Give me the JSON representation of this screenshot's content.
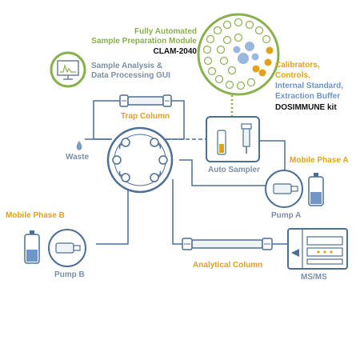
{
  "module": {
    "title_line1": "Fully Automated",
    "title_line2": "Sample Preparation Module",
    "model": "CLAM-2040"
  },
  "gui": {
    "line1": "Sample Analysis &",
    "line2": "Data Processing GUI"
  },
  "reagents": {
    "line1": "Calibrators,",
    "line2": "Controls,",
    "line3": "Internal Standard,",
    "line4": "Extraction Buffer",
    "kit": "DOSIMMUNE kit"
  },
  "labels": {
    "trap_column": "Trap Column",
    "waste": "Waste",
    "auto_sampler": "Auto Sampler",
    "mobile_phase_a": "Mobile Phase A",
    "pump_a": "Pump A",
    "mobile_phase_b": "Mobile Phase B",
    "pump_b": "Pump B",
    "analytical_column": "Analytical Column",
    "msms": "MS/MS"
  },
  "colors": {
    "line": "#4d6f96",
    "green": "#8ab04e",
    "orange": "#e3a11a",
    "blue": "#6f96c6",
    "fill": "#eef3f8"
  }
}
